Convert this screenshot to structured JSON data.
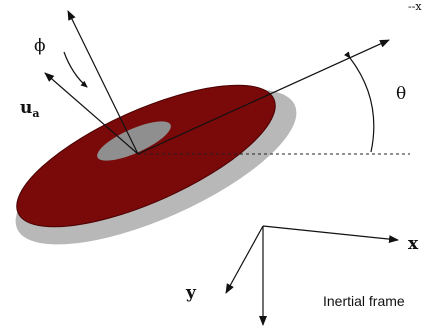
{
  "labels": {
    "phi": "ϕ",
    "u_main": "u",
    "u_sub": "a",
    "theta": "θ",
    "x_axis": "x",
    "y_axis": "y",
    "frame_caption": "Inertial frame",
    "top_right_mark": "--x"
  },
  "colors": {
    "disc": "#7a0a0a",
    "disc_edge": "#4a0000",
    "shadow": "#b8b8b8",
    "hub": "#8f8f8f",
    "line": "#111111"
  }
}
